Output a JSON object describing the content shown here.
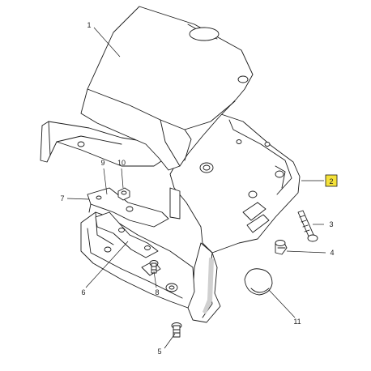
{
  "colors": {
    "line": "#1a1a1a",
    "shade": "#d0d0d0",
    "highlight": "#f5e23a"
  },
  "callouts": [
    {
      "id": "c1",
      "label": "1"
    },
    {
      "id": "c2",
      "label": "2",
      "highlighted": true
    },
    {
      "id": "c3",
      "label": "3"
    },
    {
      "id": "c4",
      "label": "4"
    },
    {
      "id": "c5",
      "label": "5"
    },
    {
      "id": "c6",
      "label": "6"
    },
    {
      "id": "c7",
      "label": "7"
    },
    {
      "id": "c8",
      "label": "8"
    },
    {
      "id": "c9",
      "label": "9"
    },
    {
      "id": "c10",
      "label": "10"
    },
    {
      "id": "c11",
      "label": "11"
    }
  ]
}
